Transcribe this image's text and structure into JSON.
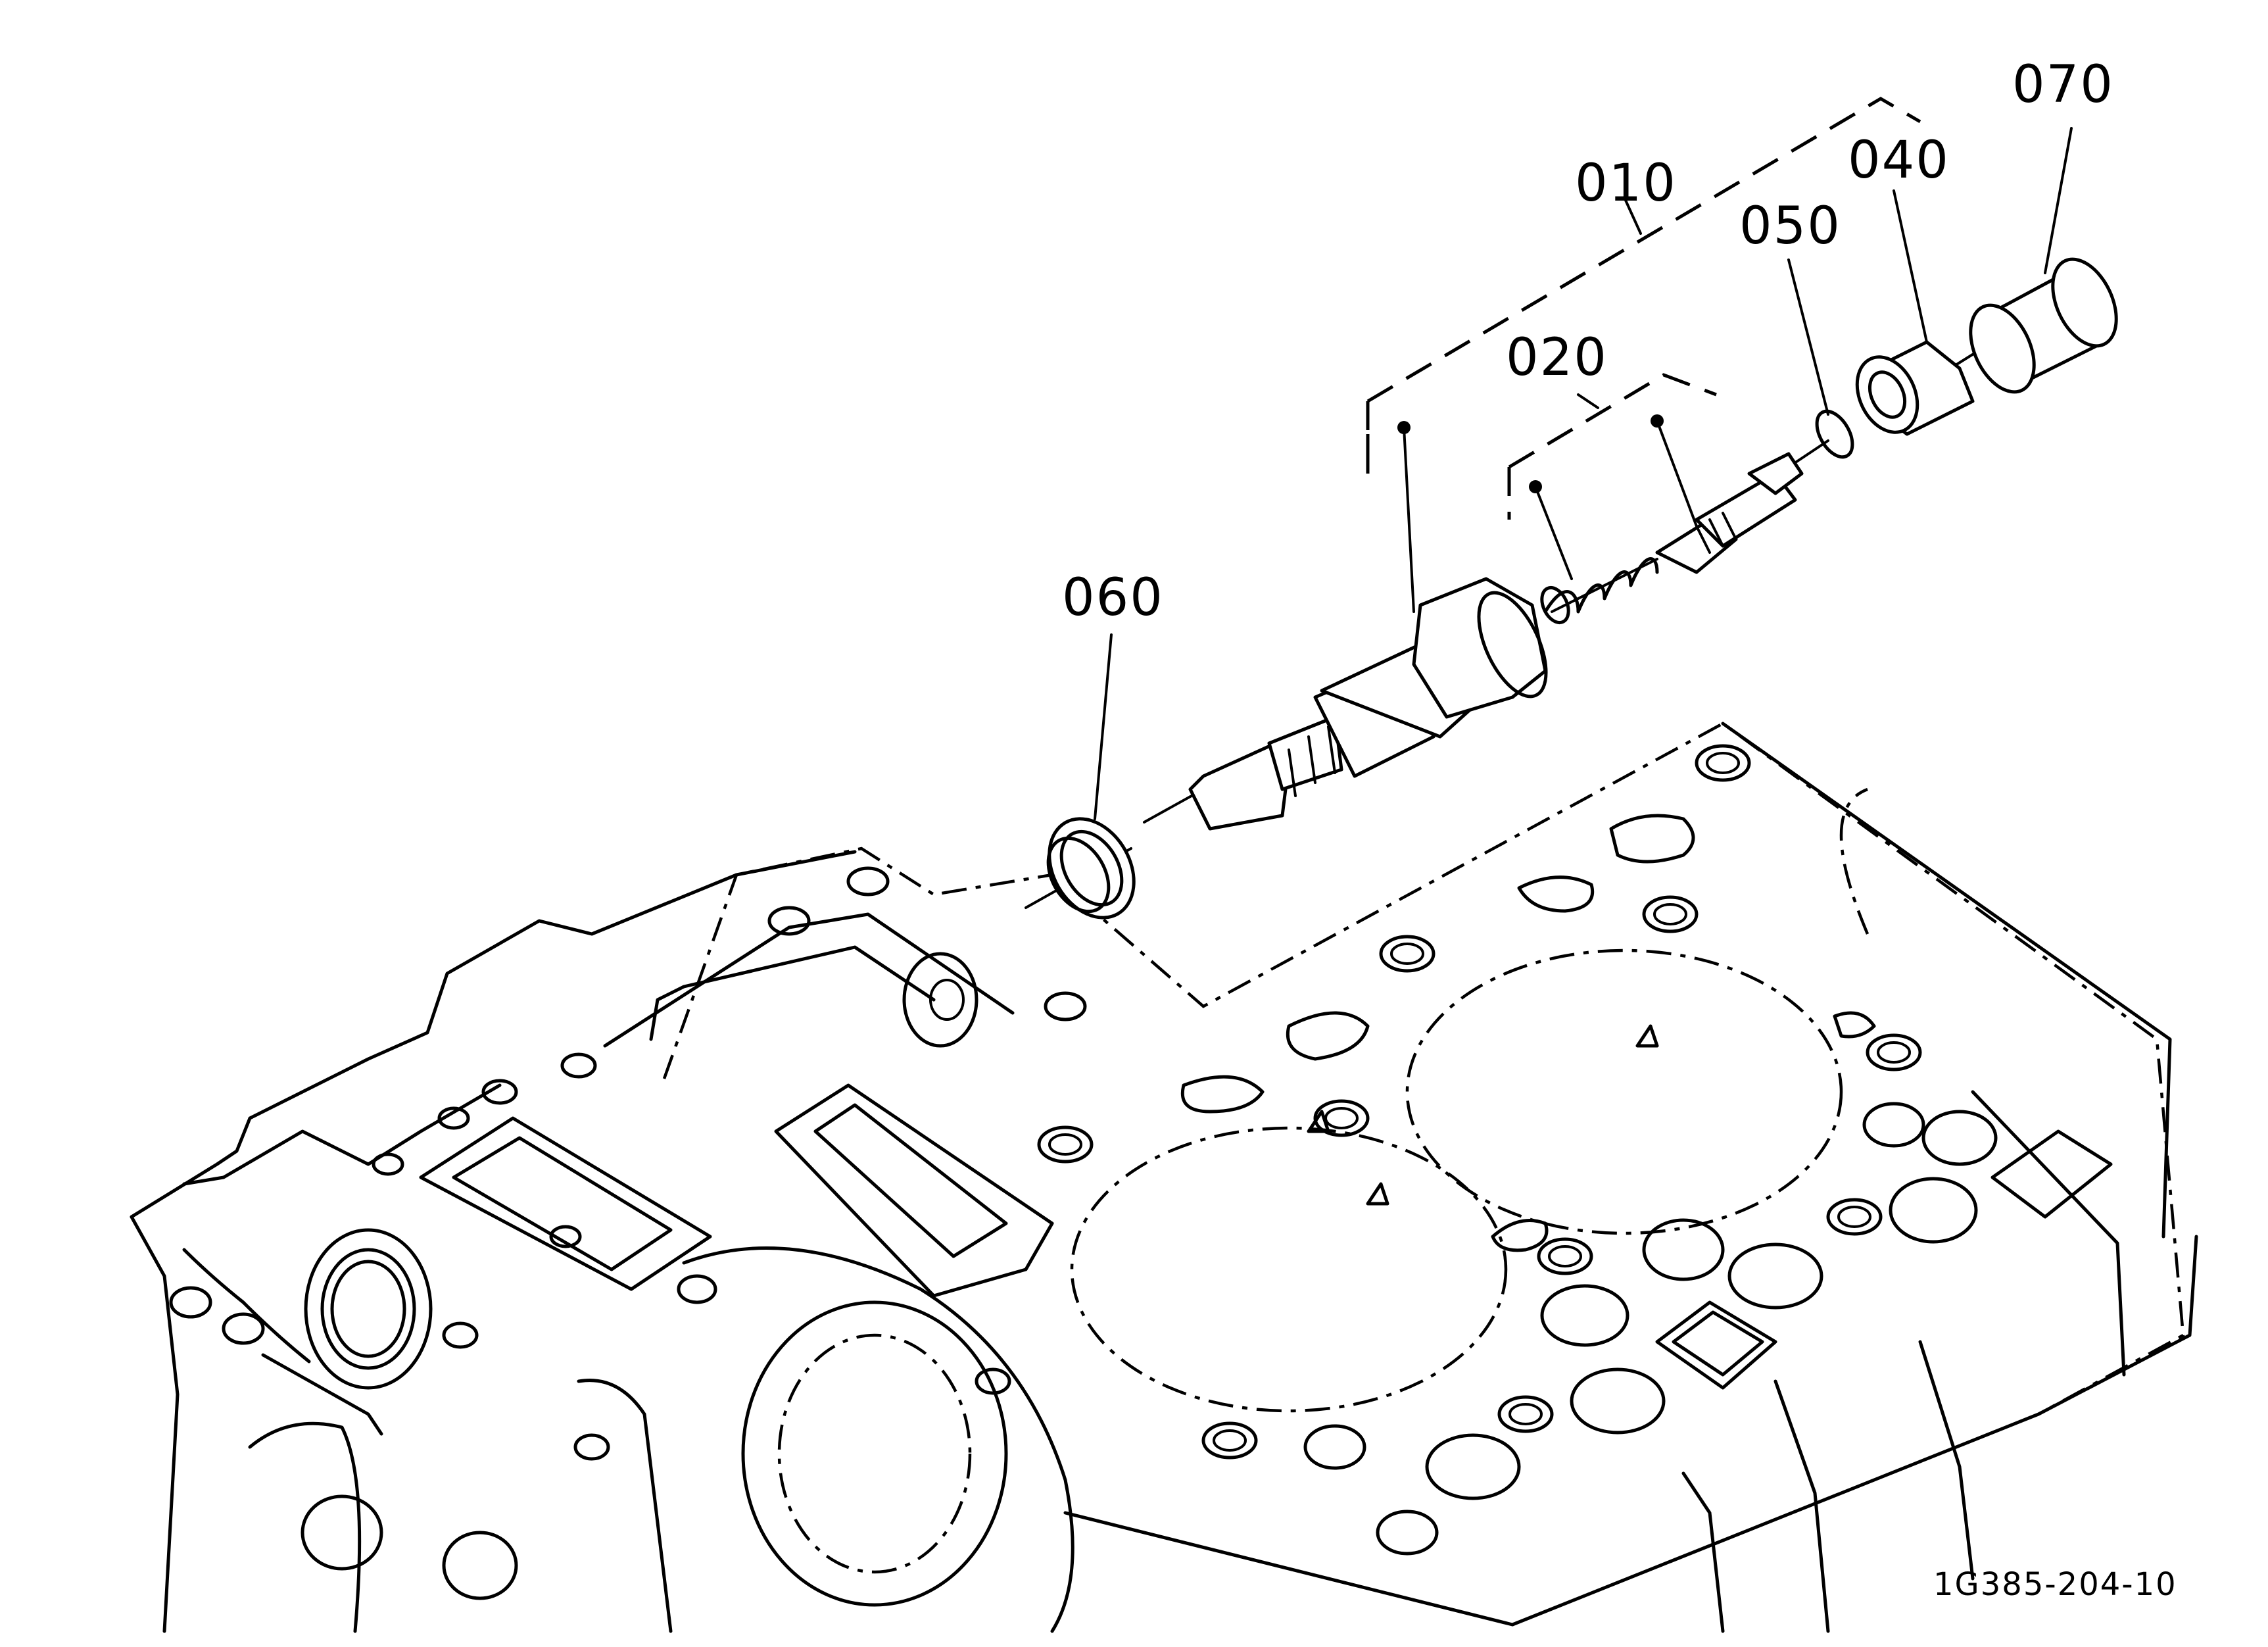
{
  "callouts": [
    {
      "id": "010",
      "label": "010"
    },
    {
      "id": "020",
      "label": "020"
    },
    {
      "id": "040",
      "label": "040"
    },
    {
      "id": "050",
      "label": "050"
    },
    {
      "id": "060",
      "label": "060"
    },
    {
      "id": "070",
      "label": "070"
    }
  ],
  "reference_code": "1G385-204-10"
}
